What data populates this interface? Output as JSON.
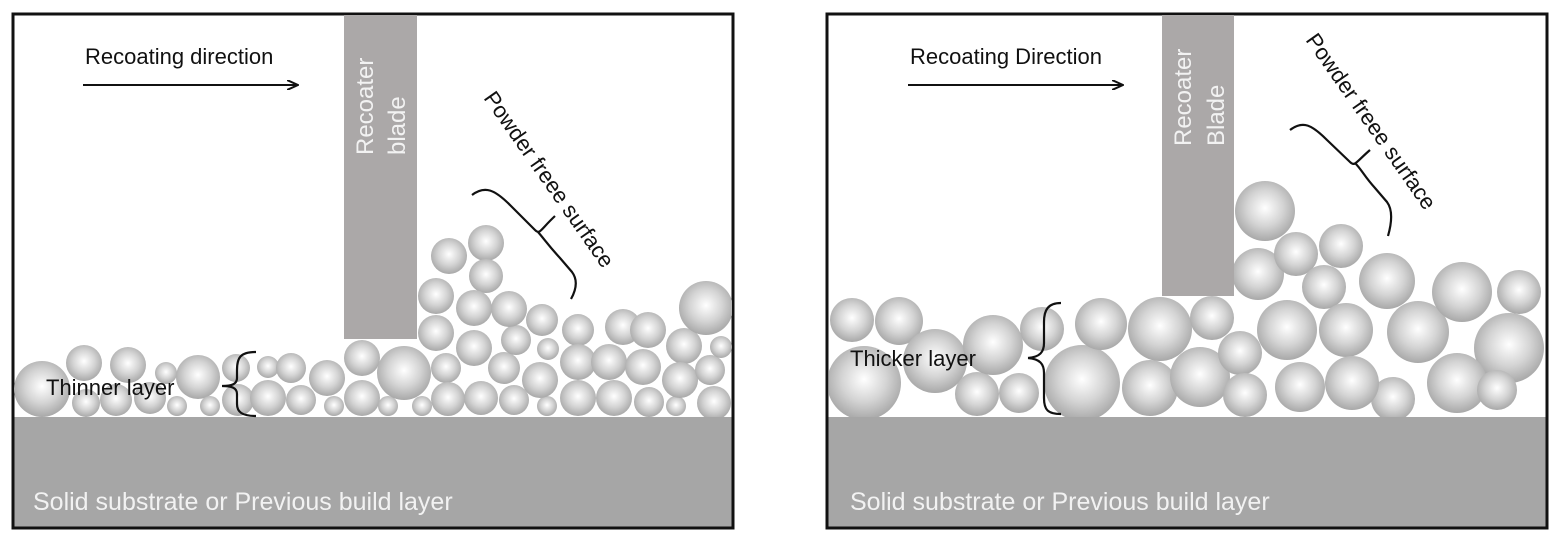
{
  "figure": {
    "panels": [
      {
        "id": "thin",
        "direction_label": "Recoating direction",
        "blade_label_lines": [
          "Recoater",
          "blade"
        ],
        "surface_label": "Powder freee surface",
        "layer_label": "Thinner layer",
        "substrate_label": "Solid substrate or Previous build layer"
      },
      {
        "id": "thick",
        "direction_label": "Recoating Direction",
        "blade_label_lines": [
          "Recoater",
          "Blade"
        ],
        "surface_label": "Powder freee surface",
        "layer_label": "Thicker layer",
        "substrate_label": "Solid substrate or Previous build layer"
      }
    ],
    "colors": {
      "substrate": "#a6a6a6",
      "blade": "#aba8a8",
      "particle_light": "#ffffff",
      "particle_dark": "#a9a9a9",
      "border": "#111111"
    }
  }
}
